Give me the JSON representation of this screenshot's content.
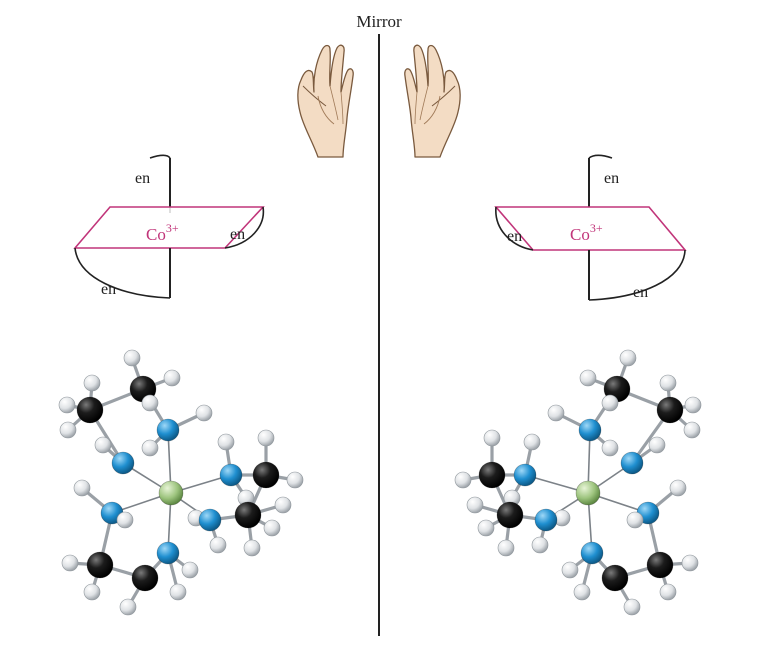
{
  "mirror_label": "Mirror",
  "ligand_label": "en",
  "metal": {
    "symbol": "Co",
    "charge": "3+"
  },
  "colors": {
    "plane": "#c1357a",
    "metal_text": "#c1357a",
    "bracket": "#222222",
    "mirror_line": "#222222",
    "atom_co": "#9dc47e",
    "atom_n": "#1f8fd0",
    "atom_c": "#161616",
    "atom_h": "#e6e8ea",
    "bond": "#8a8f94",
    "hand_skin": "#f3dcc4",
    "hand_outline": "#7a5a3e"
  },
  "icons": [
    "left-hand-icon",
    "right-hand-icon"
  ]
}
